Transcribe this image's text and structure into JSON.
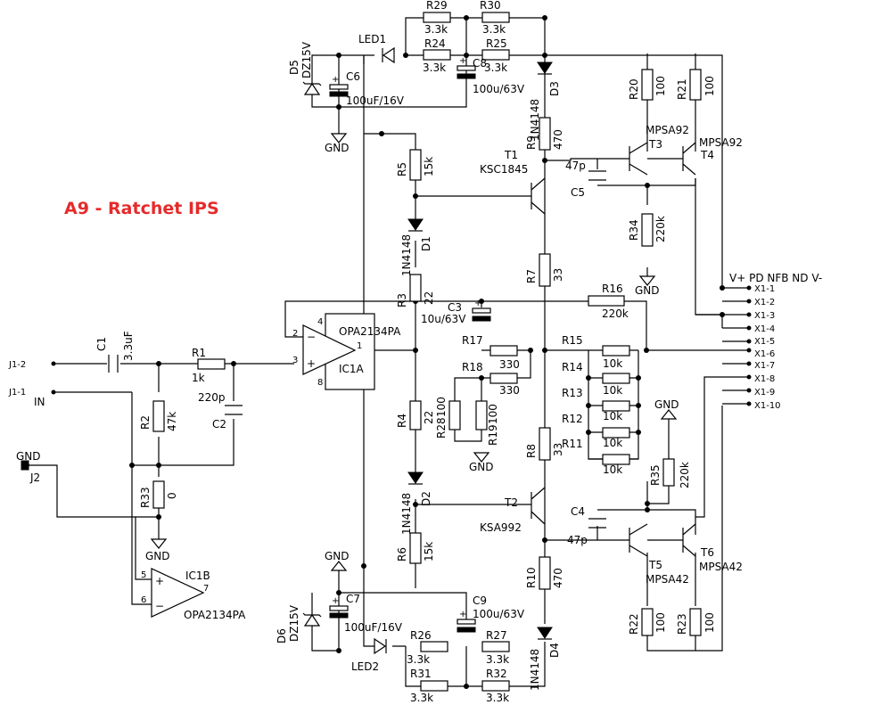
{
  "title": "A9 - Ratchet IPS",
  "colors": {
    "title": "#e52b2b",
    "wire": "#000000"
  },
  "connectors": {
    "header": "V+ PD NFB ND V-",
    "x1": [
      "X1-1",
      "X1-2",
      "X1-3",
      "X1-4",
      "X1-5",
      "X1-6",
      "X1-7",
      "X1-8",
      "X1-9",
      "X1-10"
    ],
    "j1_2": "J1-2",
    "j1_1": "J1-1",
    "in": "IN",
    "gnd_pin": "GND",
    "j2": "J2"
  },
  "resistors_h": [
    {
      "name": "R29",
      "value": "3.3k"
    },
    {
      "name": "R30",
      "value": "3.3k"
    },
    {
      "name": "R24",
      "value": "3.3k"
    },
    {
      "name": "R25",
      "value": "3.3k"
    },
    {
      "name": "R1",
      "value": "1k"
    },
    {
      "name": "R16",
      "value": "220k"
    },
    {
      "name": "R17",
      "value": "330"
    },
    {
      "name": "R18",
      "value": "330"
    },
    {
      "name": "R15",
      "value": "10k"
    },
    {
      "name": "R14",
      "value": "10k"
    },
    {
      "name": "R13",
      "value": "10k"
    },
    {
      "name": "R12",
      "value": "10k"
    },
    {
      "name": "R11",
      "value": "10k"
    },
    {
      "name": "R26",
      "value": "3.3k"
    },
    {
      "name": "R27",
      "value": "3.3k"
    },
    {
      "name": "R31",
      "value": "3.3k"
    },
    {
      "name": "R32",
      "value": "3.3k"
    }
  ],
  "resistors_v": [
    {
      "name": "R20",
      "value": "100"
    },
    {
      "name": "R21",
      "value": "100"
    },
    {
      "name": "R9",
      "value": "470"
    },
    {
      "name": "R5",
      "value": "15k"
    },
    {
      "name": "R34",
      "value": "220k"
    },
    {
      "name": "R7",
      "value": "33"
    },
    {
      "name": "R3",
      "value": "22"
    },
    {
      "name": "R2",
      "value": "47k"
    },
    {
      "name": "R33",
      "value": "0"
    },
    {
      "name": "R4",
      "value": "22"
    },
    {
      "name": "R28",
      "value": "100"
    },
    {
      "name": "R19",
      "value": "100"
    },
    {
      "name": "R8",
      "value": "33"
    },
    {
      "name": "R35",
      "value": "220k"
    },
    {
      "name": "R6",
      "value": "15k"
    },
    {
      "name": "R10",
      "value": "470"
    },
    {
      "name": "R22",
      "value": "100"
    },
    {
      "name": "R23",
      "value": "100"
    }
  ],
  "capacitors": [
    {
      "name": "C1",
      "value": "3.3uF"
    },
    {
      "name": "C2",
      "value": "220p"
    },
    {
      "name": "C3",
      "value": "10u/63V"
    },
    {
      "name": "C4",
      "value": "47p"
    },
    {
      "name": "C5",
      "value": "47p"
    },
    {
      "name": "C6",
      "value": "100uF/16V"
    },
    {
      "name": "C7",
      "value": "100uF/16V"
    },
    {
      "name": "C8",
      "value": "100u/63V"
    },
    {
      "name": "C9",
      "value": "100u/63V"
    }
  ],
  "diodes": [
    {
      "name": "D1",
      "value": "1N4148"
    },
    {
      "name": "D2",
      "value": "1N4148"
    },
    {
      "name": "D3",
      "value": "1N4148"
    },
    {
      "name": "D4",
      "value": "1N4148"
    },
    {
      "name": "D5",
      "value": "DZ15V"
    },
    {
      "name": "D6",
      "value": "DZ15V"
    },
    {
      "name": "LED1",
      "value": ""
    },
    {
      "name": "LED2",
      "value": ""
    }
  ],
  "transistors": [
    {
      "name": "T1",
      "value": "KSC1845"
    },
    {
      "name": "T2",
      "value": "KSA992"
    },
    {
      "name": "T3",
      "value": "MPSA92"
    },
    {
      "name": "T4",
      "value": "MPSA92"
    },
    {
      "name": "T5",
      "value": "MPSA42"
    },
    {
      "name": "T6",
      "value": "MPSA42"
    }
  ],
  "opamps": [
    {
      "name": "IC1A",
      "part": "OPA2134PA",
      "pins": [
        "2",
        "3",
        "1",
        "4",
        "8"
      ]
    },
    {
      "name": "IC1B",
      "part": "OPA2134PA",
      "pins": [
        "5",
        "6",
        "7"
      ]
    }
  ],
  "gnd_label": "GND"
}
